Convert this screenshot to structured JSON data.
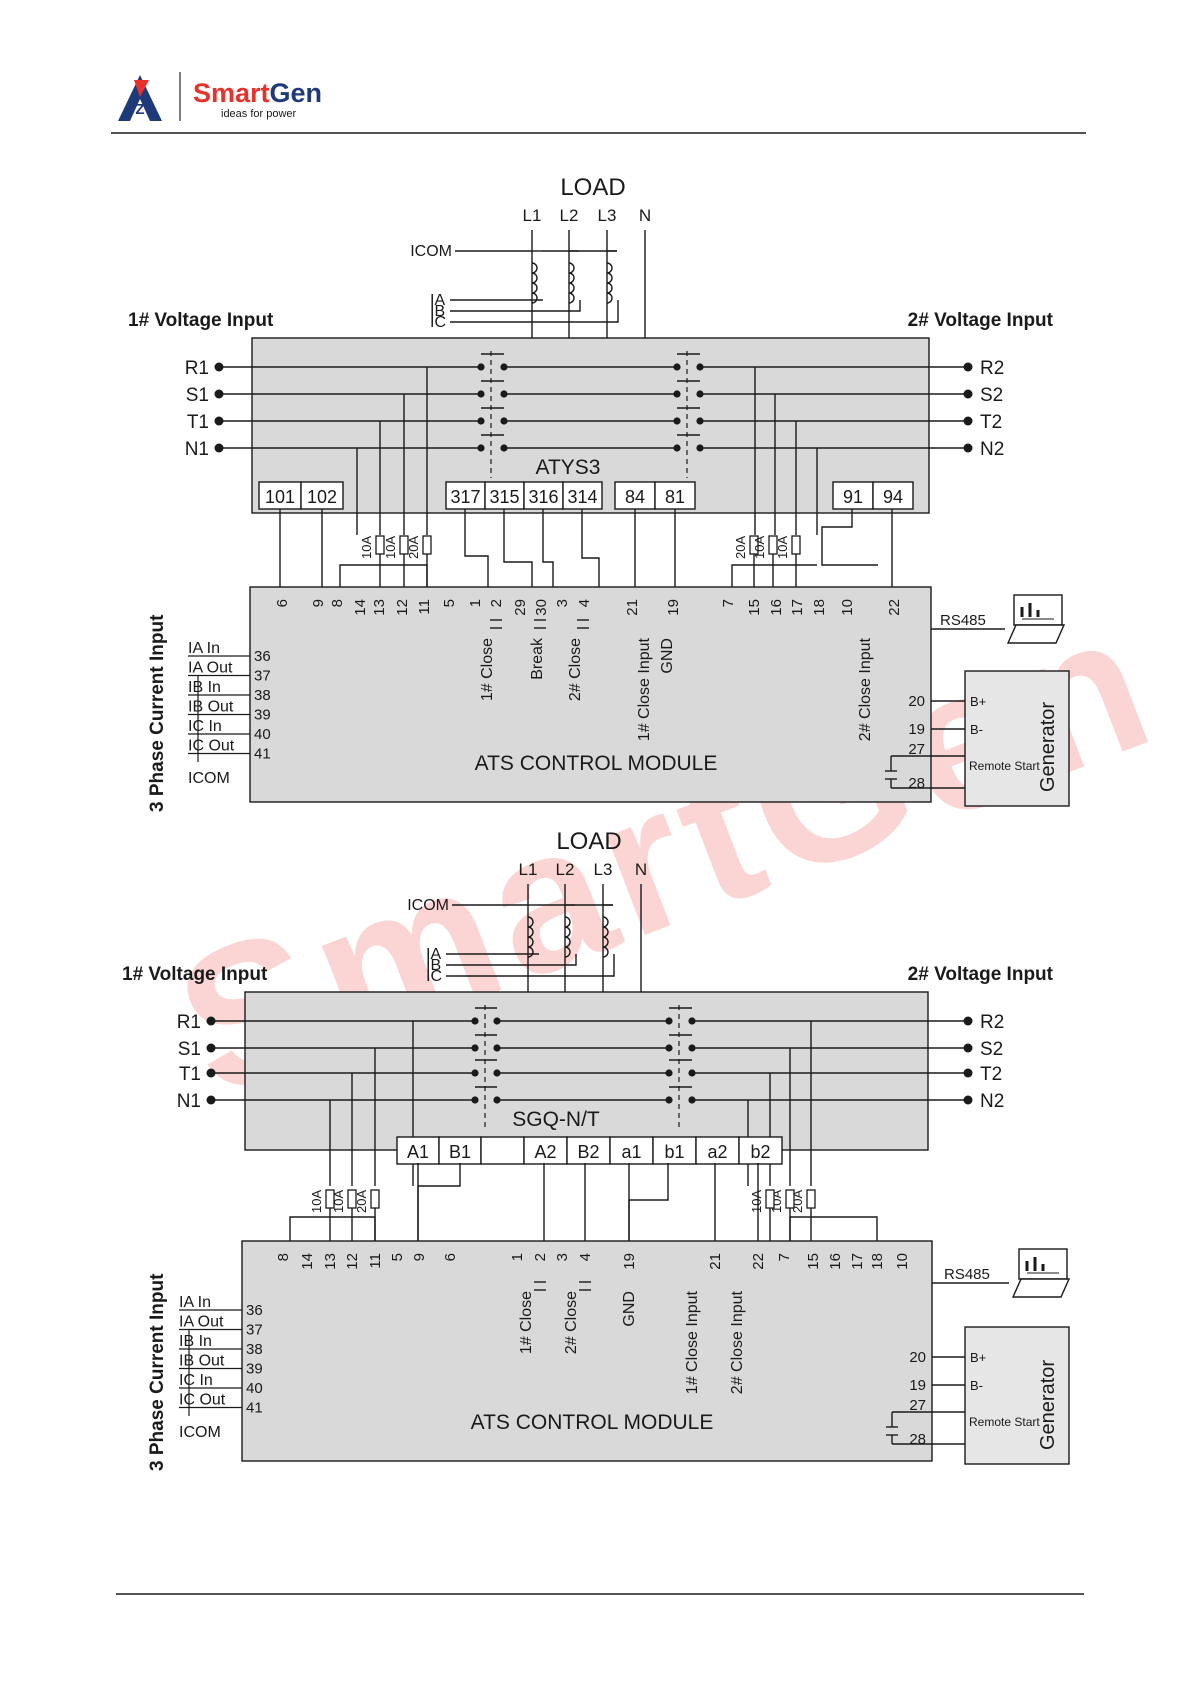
{
  "header": {
    "brand_name": "SmartGen",
    "brand_prefix": "Smart",
    "brand_suffix": "Gen",
    "tagline": "ideas for power",
    "logo_letter": "Z"
  },
  "watermark": "SmartGen",
  "colors": {
    "brand_red": "#e8312b",
    "brand_navy": "#1f3a7a",
    "panel_fill": "#d9d9d9",
    "line": "#1a1a1a"
  },
  "diagram1": {
    "load_title": "LOAD",
    "load_lines": [
      "L1",
      "L2",
      "L3",
      "N"
    ],
    "icom_label": "ICOM",
    "ct_labels": [
      "IA",
      "IB",
      "IC"
    ],
    "input1_title": "1# Voltage Input",
    "input2_title": "2# Voltage Input",
    "left_terms": [
      "R1",
      "S1",
      "T1",
      "N1"
    ],
    "right_terms": [
      "R2",
      "S2",
      "T2",
      "N2"
    ],
    "switch_name": "ATYS3",
    "switch_terms": [
      "101",
      "102",
      "317",
      "315",
      "316",
      "314",
      "84",
      "81",
      "91",
      "94"
    ],
    "fuses_left": [
      "10A",
      "10A",
      "20A"
    ],
    "fuses_right": [
      "20A",
      "10A",
      "10A"
    ],
    "module_pins": [
      "6",
      "9",
      "8",
      "14",
      "13",
      "12",
      "11",
      "5",
      "1",
      "2",
      "29",
      "30",
      "3",
      "4",
      "21",
      "19",
      "7",
      "15",
      "16",
      "17",
      "18",
      "10",
      "22"
    ],
    "module_labels": [
      "1# Close",
      "Break",
      "2# Close",
      "1# Close Input",
      "GND",
      "2# Close Input"
    ],
    "current_title": "3 Phase Current Input",
    "current_labels": [
      "IA In",
      "IA Out",
      "IB In",
      "IB Out",
      "IC In",
      "IC Out"
    ],
    "current_pins": [
      "36",
      "37",
      "38",
      "39",
      "40",
      "41"
    ],
    "current_icom": "ICOM",
    "module_name": "ATS CONTROL MODULE",
    "rs485_label": "RS485",
    "gen_pins": [
      "20",
      "19",
      "27",
      "28"
    ],
    "gen_labels": [
      "B+",
      "B-",
      "Remote Start"
    ],
    "gen_name": "Generator"
  },
  "diagram2": {
    "load_title": "LOAD",
    "load_lines": [
      "L1",
      "L2",
      "L3",
      "N"
    ],
    "icom_label": "ICOM",
    "ct_labels": [
      "IA",
      "IB",
      "IC"
    ],
    "input1_title": "1# Voltage Input",
    "input2_title": "2# Voltage Input",
    "left_terms": [
      "R1",
      "S1",
      "T1",
      "N1"
    ],
    "right_terms": [
      "R2",
      "S2",
      "T2",
      "N2"
    ],
    "switch_name": "SGQ-N/T",
    "switch_terms": [
      "A1",
      "B1",
      "",
      "A2",
      "B2",
      "a1",
      "b1",
      "a2",
      "b2"
    ],
    "fuses_left": [
      "10A",
      "10A",
      "20A"
    ],
    "fuses_right": [
      "20A",
      "10A",
      "10A"
    ],
    "module_pins": [
      "8",
      "14",
      "13",
      "12",
      "11",
      "5",
      "9",
      "6",
      "1",
      "2",
      "3",
      "4",
      "19",
      "21",
      "22",
      "7",
      "15",
      "16",
      "17",
      "18",
      "10"
    ],
    "module_labels": [
      "1# Close",
      "2# Close",
      "GND",
      "1# Close Input",
      "2# Close Input"
    ],
    "current_title": "3 Phase Current Input",
    "current_labels": [
      "IA In",
      "IA Out",
      "IB In",
      "IB Out",
      "IC In",
      "IC Out"
    ],
    "current_pins": [
      "36",
      "37",
      "38",
      "39",
      "40",
      "41"
    ],
    "current_icom": "ICOM",
    "module_name": "ATS CONTROL MODULE",
    "rs485_label": "RS485",
    "gen_pins": [
      "20",
      "19",
      "27",
      "28"
    ],
    "gen_labels": [
      "B+",
      "B-",
      "Remote Start"
    ],
    "gen_name": "Generator"
  }
}
